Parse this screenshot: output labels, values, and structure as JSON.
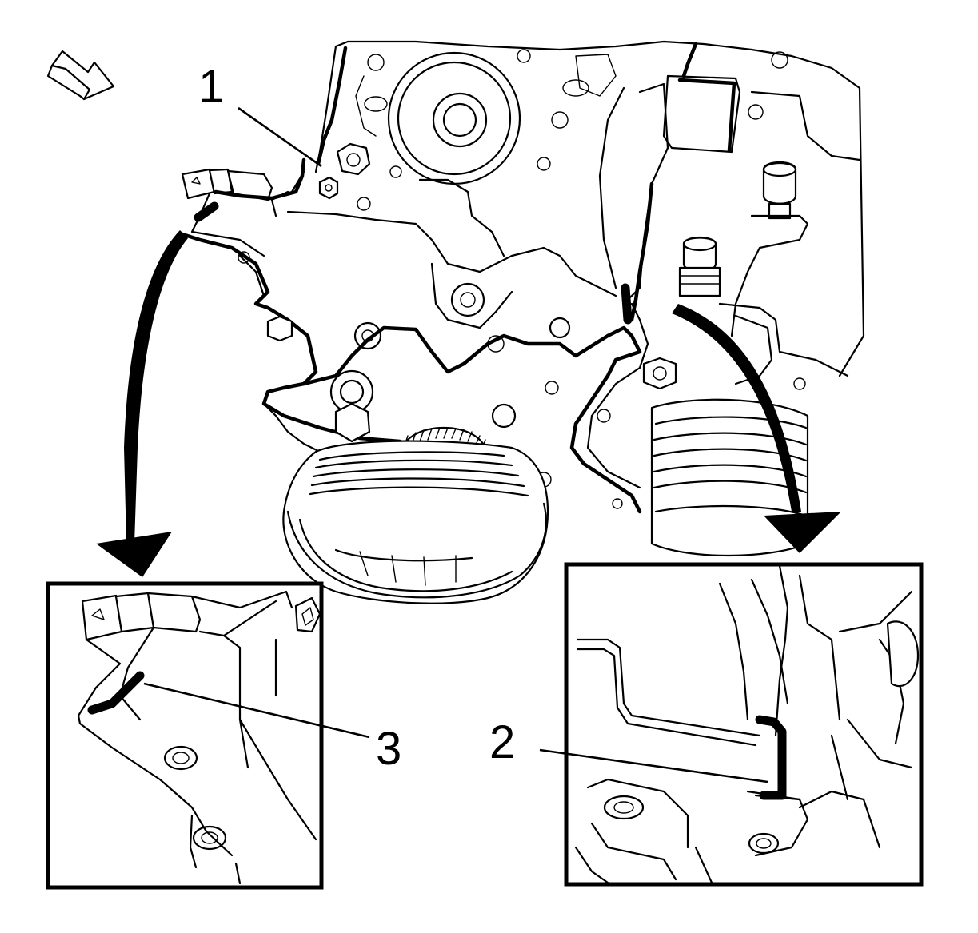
{
  "callouts": {
    "c1": "1",
    "c2": "2",
    "c3": "3"
  },
  "icons": {
    "view_direction": "view-direction-arrow-icon",
    "pointer_left": "detail-pointer-arrow-icon",
    "pointer_right": "detail-pointer-arrow-icon"
  },
  "colors": {
    "line": "#000000",
    "background": "#ffffff"
  }
}
